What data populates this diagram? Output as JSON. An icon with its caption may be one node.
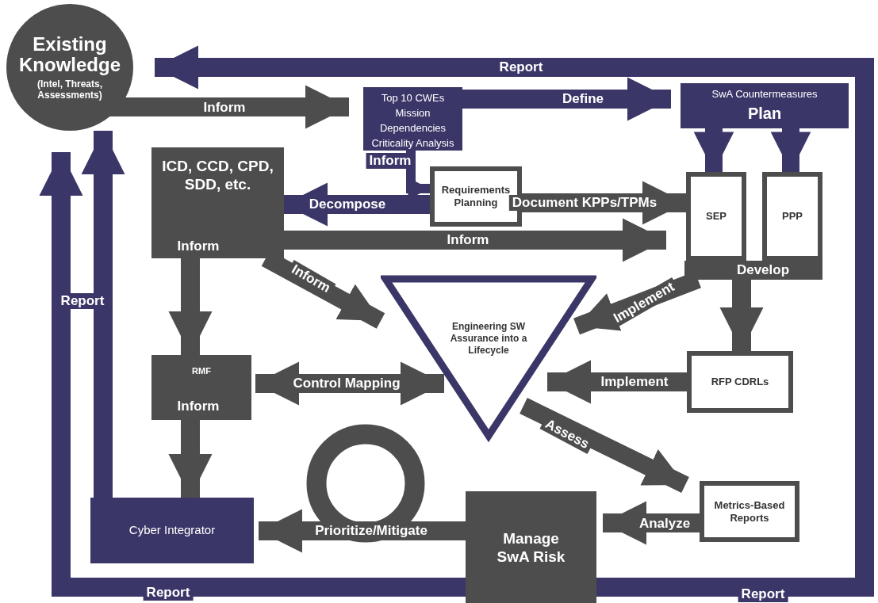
{
  "diagram": {
    "nodes": [
      {
        "text": [
          "Existing Knowledge",
          "(Intel, Threats, Assessments)"
        ]
      },
      {
        "text": [
          "Top 10 CWEs Mission Dependencies Criticality Analysis"
        ]
      },
      {
        "text": [
          "SwA Countermeasures",
          "Plan"
        ]
      },
      {
        "text": [
          "ICD, CCD, CPD, SDD, etc."
        ]
      },
      {
        "text": [
          "Requirements Planning"
        ]
      },
      {
        "text": [
          "SEP"
        ]
      },
      {
        "text": [
          "PPP"
        ]
      },
      {
        "text": [
          "Develop"
        ]
      },
      {
        "text": [
          "Engineering SW Assurance into a Lifecycle"
        ]
      },
      {
        "text": [
          "RMF"
        ]
      },
      {
        "text": [
          "RFP CDRLs"
        ]
      },
      {
        "text": [
          "Cyber Integrator"
        ]
      },
      {
        "text": [
          "Metrics-Based Reports"
        ]
      },
      {
        "text": [
          "Manage SwA Risk"
        ]
      }
    ],
    "edges": [
      {
        "from": 0,
        "to": 1,
        "arrow": "to",
        "label": "Inform"
      },
      {
        "from": 1,
        "to": 2,
        "arrow": "to",
        "label": "Define",
        "color": "#3b3668"
      },
      {
        "from": 1,
        "to": 4,
        "arrow": "to",
        "label": "Inform",
        "color": "#3b3668"
      },
      {
        "from": 4,
        "to": 3,
        "arrow": "to",
        "label": "Decompose",
        "color": "#3b3668"
      },
      {
        "from": 4,
        "to": 5,
        "arrow": "to",
        "label": "Document KPPs/TPMs"
      },
      {
        "from": 3,
        "to": 5,
        "arrow": "to",
        "label": "Inform"
      },
      {
        "from": 2,
        "to": 5,
        "arrow": "to",
        "color": "#3b3668"
      },
      {
        "from": 2,
        "to": 6,
        "arrow": "to",
        "color": "#3b3668"
      },
      {
        "from": 3,
        "to": 8,
        "arrow": "to",
        "label": "Inform"
      },
      {
        "from": 3,
        "to": 9,
        "arrow": "to",
        "label": "Inform"
      },
      {
        "from": 7,
        "to": 8,
        "arrow": "to",
        "label": "Implement"
      },
      {
        "from": 7,
        "to": 10,
        "arrow": "to"
      },
      {
        "from": 9,
        "to": 8,
        "arrow": "both",
        "label": "Control Mapping"
      },
      {
        "from": 10,
        "to": 8,
        "arrow": "to",
        "label": "Implement"
      },
      {
        "from": 8,
        "to": 12,
        "arrow": "to",
        "label": "Assess"
      },
      {
        "from": 12,
        "to": 13,
        "arrow": "to",
        "label": "Analyze"
      },
      {
        "from": 13,
        "to": 11,
        "arrow": "to",
        "label": "Prioritize/Mitigate"
      },
      {
        "from": 9,
        "to": 11,
        "arrow": "to",
        "label": "Inform"
      },
      {
        "from": 11,
        "to": 0,
        "arrow": "to",
        "color": "#3b3668"
      },
      {
        "from": 13,
        "to": 0,
        "arrow": "to",
        "label": "Report",
        "color": "#3b3668"
      },
      {
        "from": 13,
        "to": 0,
        "arrow": "to",
        "label": "Report",
        "color": "#3b3668"
      }
    ],
    "labels": [
      "Report",
      "Report"
    ]
  }
}
